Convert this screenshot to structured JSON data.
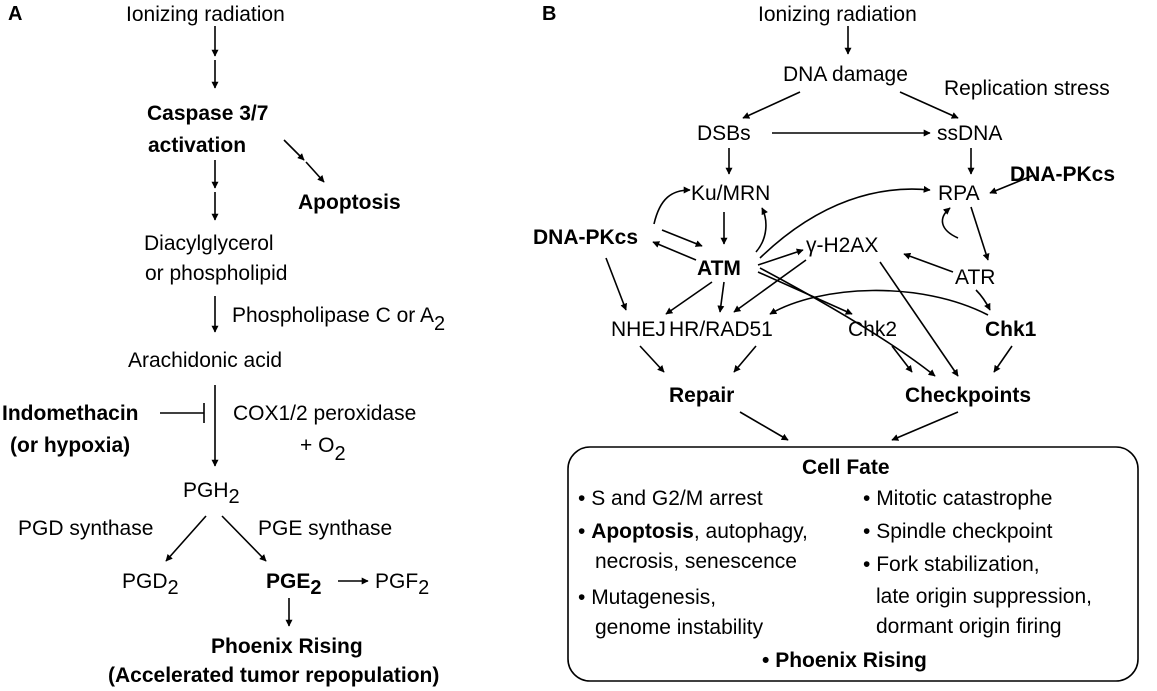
{
  "panel_a": {
    "label": "A",
    "ionizing_radiation": "Ionizing radiation",
    "caspase_line1": "Caspase 3/7",
    "caspase_line2": "activation",
    "apoptosis": "Apoptosis",
    "diacylglycerol_line1": "Diacylglycerol",
    "diacylglycerol_line2": "or phospholipid",
    "phospholipase": "Phospholipase C or A",
    "phospholipase_sub": "2",
    "arachidonic_acid": "Arachidonic acid",
    "indomethacin_line1": "Indomethacin",
    "indomethacin_line2": "(or hypoxia)",
    "cox_line1": "COX1/2 peroxidase",
    "cox_line2": "+ O",
    "cox_sub": "2",
    "pgh": "PGH",
    "pgh_sub": "2",
    "pgd_synthase": "PGD synthase",
    "pge_synthase": "PGE synthase",
    "pgd": "PGD",
    "pgd_sub": "2",
    "pge": "PGE",
    "pge_sub": "2",
    "pgf": "PGF",
    "pgf_sub": "2",
    "phoenix_line1": "Phoenix Rising",
    "phoenix_line2": "(Accelerated tumor repopulation)"
  },
  "panel_b": {
    "label": "B",
    "ionizing_radiation": "Ionizing radiation",
    "dna_damage": "DNA damage",
    "replication_stress": "Replication stress",
    "dsbs": "DSBs",
    "ssdna": "ssDNA",
    "ku_mrn": "Ku/MRN",
    "rpa": "RPA",
    "dna_pkcs_right": "DNA-PKcs",
    "dna_pkcs_left": "DNA-PKcs",
    "atm": "ATM",
    "gamma_h2ax": "γ-H2AX",
    "atr": "ATR",
    "nhej": "NHEJ",
    "hr_rad51": "HR/RAD51",
    "chk2": "Chk2",
    "chk1": "Chk1",
    "repair": "Repair",
    "checkpoints": "Checkpoints",
    "cell_fate": {
      "title": "Cell Fate",
      "left": {
        "item1": "S and G2/M arrest",
        "item2_bold": "Apoptosis",
        "item2_rest": ", autophagy,",
        "item2_line2": "necrosis, senescence",
        "item3_line1": "Mutagenesis,",
        "item3_line2": "genome instability"
      },
      "right": {
        "item1": "Mitotic catastrophe",
        "item2": "Spindle checkpoint",
        "item3_line1": "Fork stabilization,",
        "item3_line2": "late origin suppression,",
        "item3_line3": "dormant origin firing"
      },
      "bottom": "Phoenix Rising"
    }
  }
}
